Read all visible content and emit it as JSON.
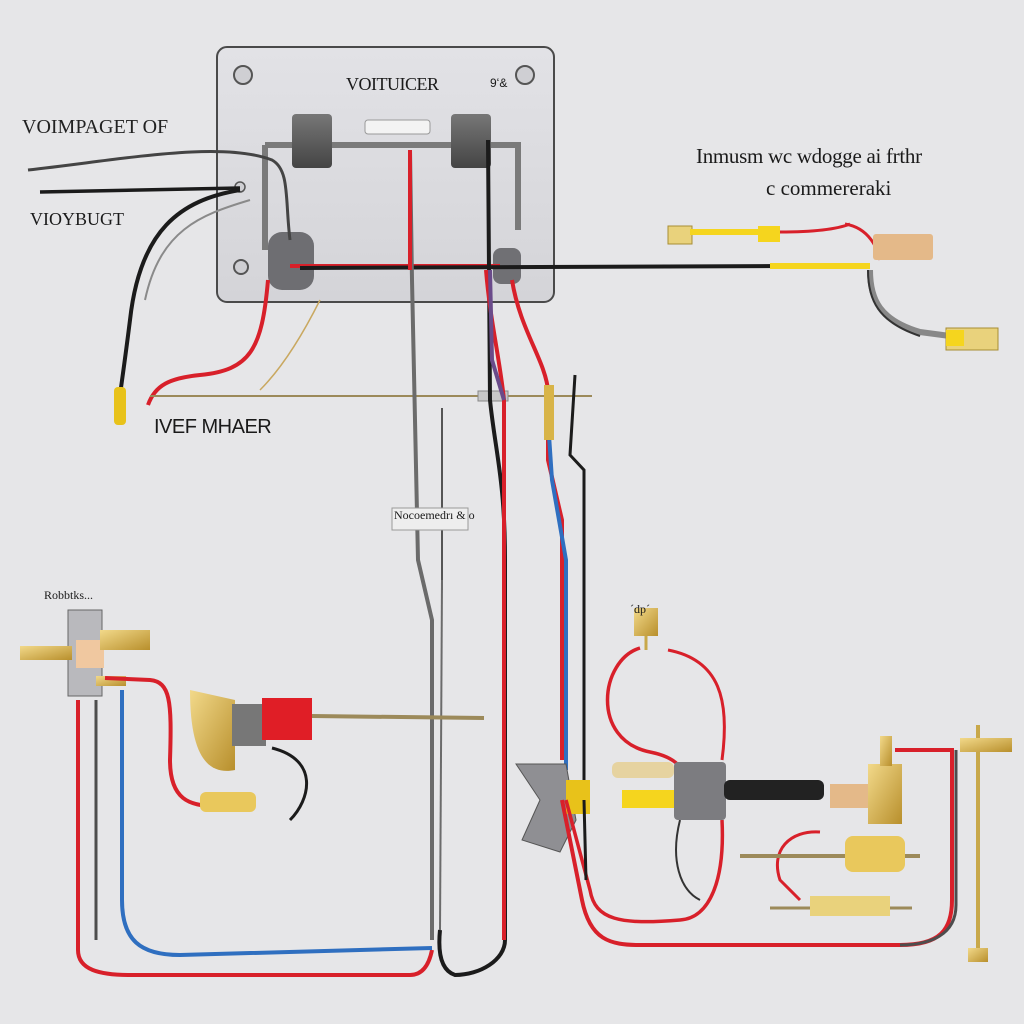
{
  "labels": {
    "box_title": "VOITUICER",
    "box_tag": "9ʻ&",
    "top_left_a": "VOIMPAGET OF",
    "top_left_b": "VIOYBUGT",
    "right_title_line1": "Inmusm wc wdogge ai frthr",
    "right_title_line2": "c commereraki",
    "mid_left": "IVEF MHAER",
    "center_tag": "Nocoemedrı & o",
    "left_component_tag": "Robbtks...",
    "right_component_tag": "´dp´"
  },
  "colors": {
    "background": "#e6e6e8",
    "wire_red": "#d8202a",
    "wire_black": "#1b1b1b",
    "wire_blue": "#2f6fc0",
    "wire_gray": "#6b6b6b",
    "wire_purple": "#6a4b8a",
    "brass": "#d8b448",
    "terminal_yellow": "#f5d51e"
  }
}
